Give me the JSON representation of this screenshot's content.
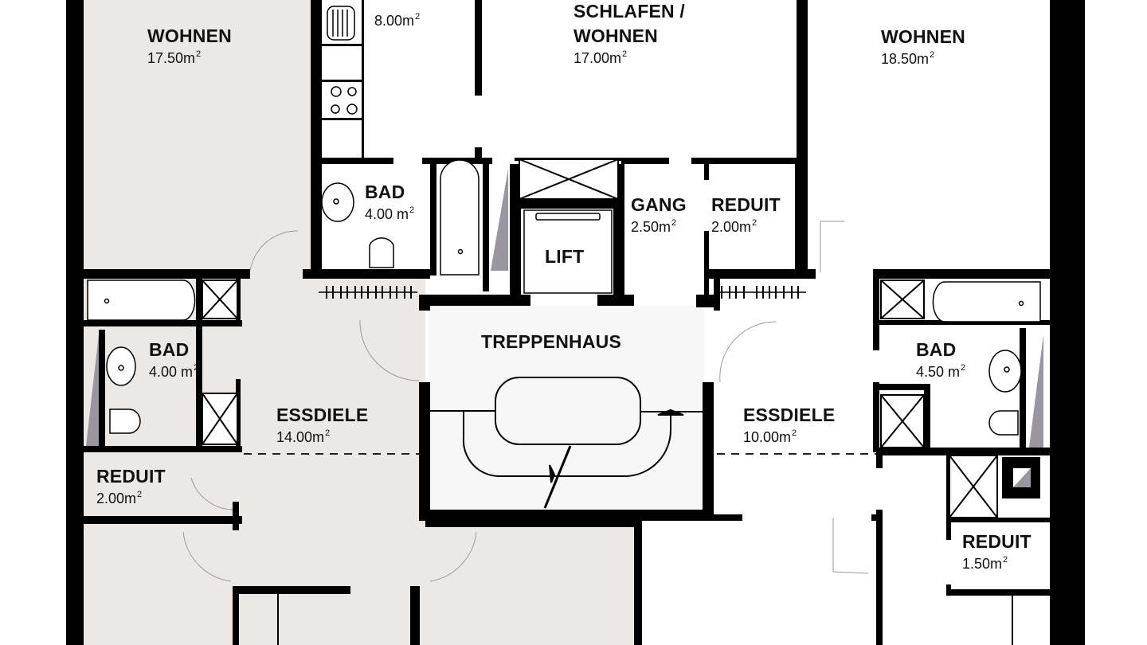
{
  "floorplan": {
    "colors": {
      "wall": "#000000",
      "apartment_left_fill": "#ece8e6",
      "apartment_right_fill": "#ffffff",
      "core_fill": "#f7f7f8",
      "shaft_gray": "#9a96a0"
    },
    "rooms": [
      {
        "id": "wohnen-left",
        "name": "WOHNEN",
        "area": "17.50m",
        "unit_sup": "2"
      },
      {
        "id": "kueche",
        "name": "",
        "area": "8.00m",
        "unit_sup": "2"
      },
      {
        "id": "schlafen-wohnen",
        "name_line1": "SCHLAFEN /",
        "name_line2": "WOHNEN",
        "area": "17.00m",
        "unit_sup": "2"
      },
      {
        "id": "wohnen-right",
        "name": "WOHNEN",
        "area": "18.50m",
        "unit_sup": "2"
      },
      {
        "id": "bad-top",
        "name": "BAD",
        "area": "4.00 m",
        "unit_sup": "2"
      },
      {
        "id": "gang",
        "name": "GANG",
        "area": "2.50m",
        "unit_sup": "2"
      },
      {
        "id": "reduit-top",
        "name": "REDUIT",
        "area": "2.00m",
        "unit_sup": "2"
      },
      {
        "id": "lift",
        "name": "LIFT"
      },
      {
        "id": "treppenhaus",
        "name": "TREPPENHAUS"
      },
      {
        "id": "bad-left",
        "name": "BAD",
        "area": "4.00 m",
        "unit_sup": "2"
      },
      {
        "id": "essdiele-left",
        "name": "ESSDIELE",
        "area": "14.00m",
        "unit_sup": "2"
      },
      {
        "id": "reduit-left",
        "name": "REDUIT",
        "area": "2.00m",
        "unit_sup": "2"
      },
      {
        "id": "essdiele-right",
        "name": "ESSDIELE",
        "area": "10.00m",
        "unit_sup": "2"
      },
      {
        "id": "bad-right",
        "name": "BAD",
        "area": "4.50 m",
        "unit_sup": "2"
      },
      {
        "id": "reduit-right",
        "name": "REDUIT",
        "area": "1.50m",
        "unit_sup": "2"
      }
    ]
  }
}
